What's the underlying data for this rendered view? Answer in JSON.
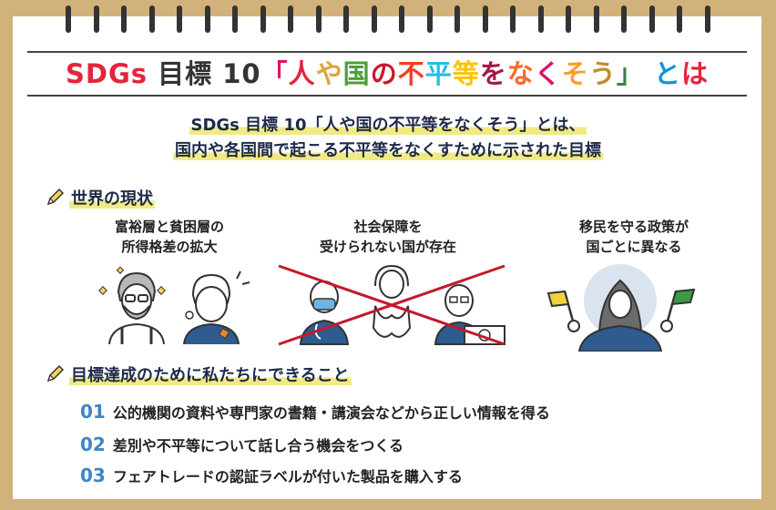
{
  "title": {
    "parts": [
      {
        "text": "SDGs",
        "color": "#e5243b"
      },
      {
        "text": " 目標 10",
        "color": "#333333"
      },
      {
        "text": "「",
        "color": "#dd1367"
      },
      {
        "text": "人",
        "color": "#e5243b"
      },
      {
        "text": "や",
        "color": "#dda63a"
      },
      {
        "text": "国",
        "color": "#4c9f38"
      },
      {
        "text": "の",
        "color": "#c5192d"
      },
      {
        "text": "不",
        "color": "#ff3a21"
      },
      {
        "text": "平",
        "color": "#26bde2"
      },
      {
        "text": "等",
        "color": "#fcc30b"
      },
      {
        "text": "を",
        "color": "#a21942"
      },
      {
        "text": "な",
        "color": "#fd6925"
      },
      {
        "text": "く",
        "color": "#dd1367"
      },
      {
        "text": "そ",
        "color": "#fd9d24"
      },
      {
        "text": "う",
        "color": "#bf8b2e"
      },
      {
        "text": "」",
        "color": "#3f7e44"
      },
      {
        "text": " と",
        "color": "#0a97d9"
      },
      {
        "text": "は",
        "color": "#e5243b"
      }
    ]
  },
  "lead": {
    "line1": "SDGs 目標 10「人や国の不平等をなくそう」とは、",
    "line2": "国内や各国間で起こる不平等をなくすために示された目標"
  },
  "current": {
    "heading": "世界の現状",
    "items": [
      {
        "line1": "富裕層と貧困層の",
        "line2": "所得格差の拡大",
        "icon": "rich-poor-people-icon"
      },
      {
        "line1": "社会保障を",
        "line2": "受けられない国が存在",
        "icon": "social-security-crossed-icon"
      },
      {
        "line1": "移民を守る政策が",
        "line2": "国ごとに異なる",
        "icon": "immigrant-flags-icon"
      }
    ]
  },
  "actions": {
    "heading": "目標達成のために私たちにできること",
    "items": [
      {
        "num": "01",
        "text": "公的機関の資料や専門家の書籍・講演会などから正しい情報を得る"
      },
      {
        "num": "02",
        "text": "差別や不平等について話し合う機会をつくる"
      },
      {
        "num": "03",
        "text": "フェアトレードの認証ラベルが付いた製品を購入する"
      }
    ]
  },
  "colors": {
    "frame": "#d1b27a",
    "accent": "#3b86c6",
    "highlight": "#f1ea84",
    "cross": "#c5192d"
  }
}
